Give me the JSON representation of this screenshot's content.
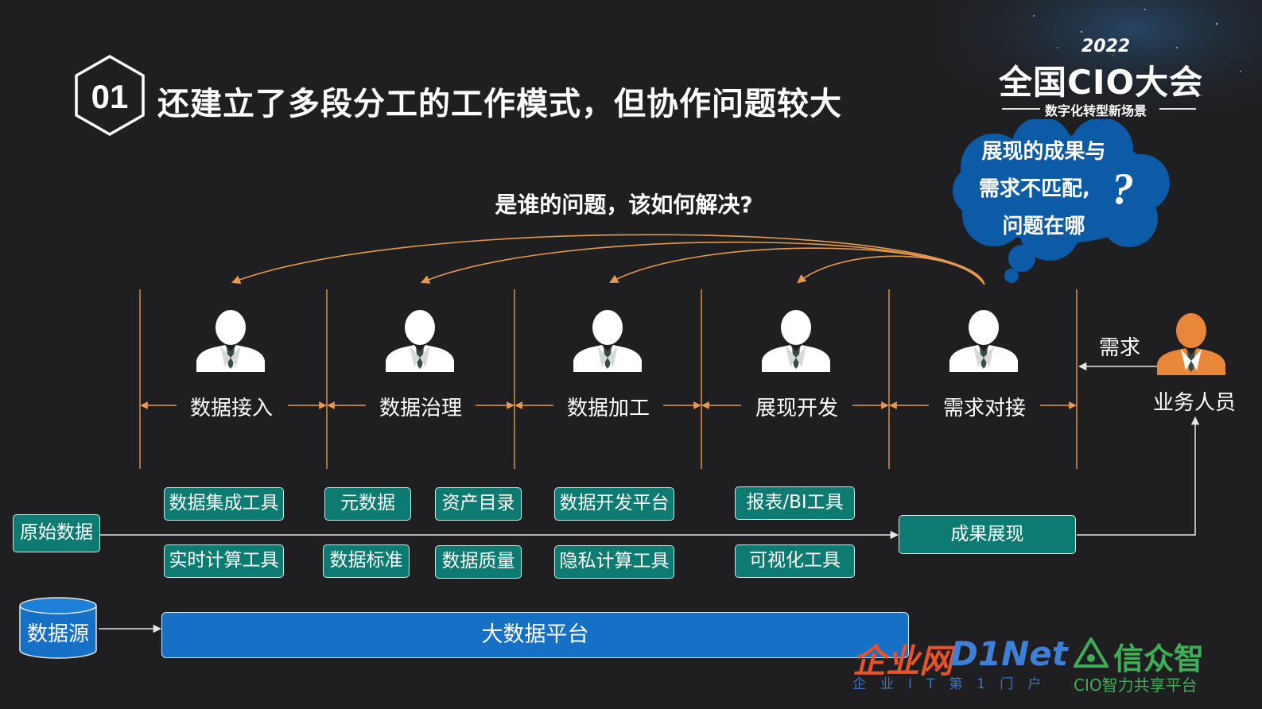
{
  "header": {
    "number": "01",
    "title": "还建立了多段分工的工作模式，但协作问题较大"
  },
  "event_logo": {
    "year": "2022",
    "name": "全国CIO大会",
    "tagline": "数字化转型新场景"
  },
  "question": "是谁的问题，该如何解决?",
  "cloud": {
    "lines": [
      "展现的成果与",
      "需求不匹配,",
      "问题在哪"
    ],
    "mark": "?"
  },
  "roles": [
    {
      "label": "数据接入"
    },
    {
      "label": "数据治理"
    },
    {
      "label": "数据加工"
    },
    {
      "label": "展现开发"
    },
    {
      "label": "需求对接"
    }
  ],
  "requester": {
    "label": "业务人员",
    "arrow_label": "需求"
  },
  "tools": {
    "access": [
      "数据集成工具",
      "实时计算工具"
    ],
    "governance": [
      "元数据",
      "资产目录",
      "数据标准",
      "数据质量"
    ],
    "processing": [
      "数据开发平台",
      "隐私计算工具"
    ],
    "presentation": [
      "报表/BI工具",
      "可视化工具"
    ]
  },
  "flow": {
    "raw": "原始数据",
    "result": "成果展现",
    "datasource": "数据源",
    "platform": "大数据平台"
  },
  "footer_logos": {
    "d1net_cn": "企业网",
    "d1net_en": "D1Net",
    "d1net_sub": "企业IT第1门户",
    "xzz": "信众智",
    "xzz_sub": "CIO智力共享平台"
  },
  "colors": {
    "background": "#1f1f21",
    "accent_orange": "#e79a4f",
    "teal": "#0e7b72",
    "blue": "#1570c6",
    "cloud": "#0d5aa6",
    "green": "#3dae55"
  }
}
